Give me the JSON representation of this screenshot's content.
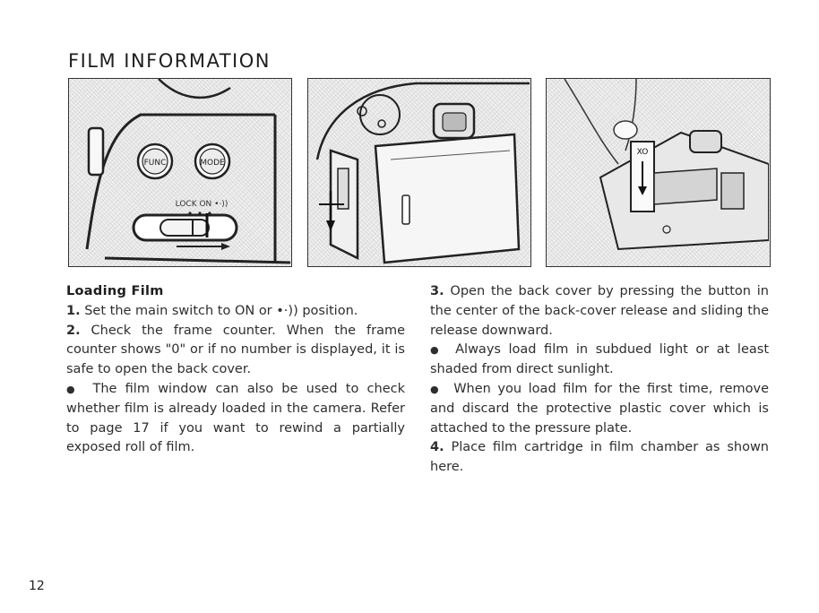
{
  "page": {
    "title": "FILM INFORMATION",
    "page_number": "12"
  },
  "figure1": {
    "button_func": "FUNC",
    "button_mode": "MODE",
    "switch_label": "LOCK ON •·))"
  },
  "figure3": {
    "cartridge_label": "XO"
  },
  "left_column": {
    "heading": "Loading Film",
    "step1": {
      "number": "1.",
      "text": "Set the main switch to ON or •·)) position."
    },
    "step2": {
      "number": "2.",
      "text": "Check the frame counter. When the frame counter shows \"0\" or if no number is displayed, it is safe to open the back cover."
    },
    "bullet1": {
      "symbol": "●",
      "text": "The film window can also be used to check whether film is already loaded in the camera. Refer to page 17 if you want to rewind a partially exposed roll of film."
    }
  },
  "right_column": {
    "step3": {
      "number": "3.",
      "text": "Open the back cover by pressing the button in the center of the back-cover release and sliding the release downward."
    },
    "bullet2": {
      "symbol": "●",
      "text": "Always load film in subdued light or at least shaded from direct sunlight."
    },
    "bullet3": {
      "symbol": "●",
      "text": "When you load film for the first time, remove and discard the protective plastic cover which is attached to the pressure plate."
    },
    "step4": {
      "number": "4.",
      "text": "Place film cartridge in film chamber as shown here."
    }
  }
}
